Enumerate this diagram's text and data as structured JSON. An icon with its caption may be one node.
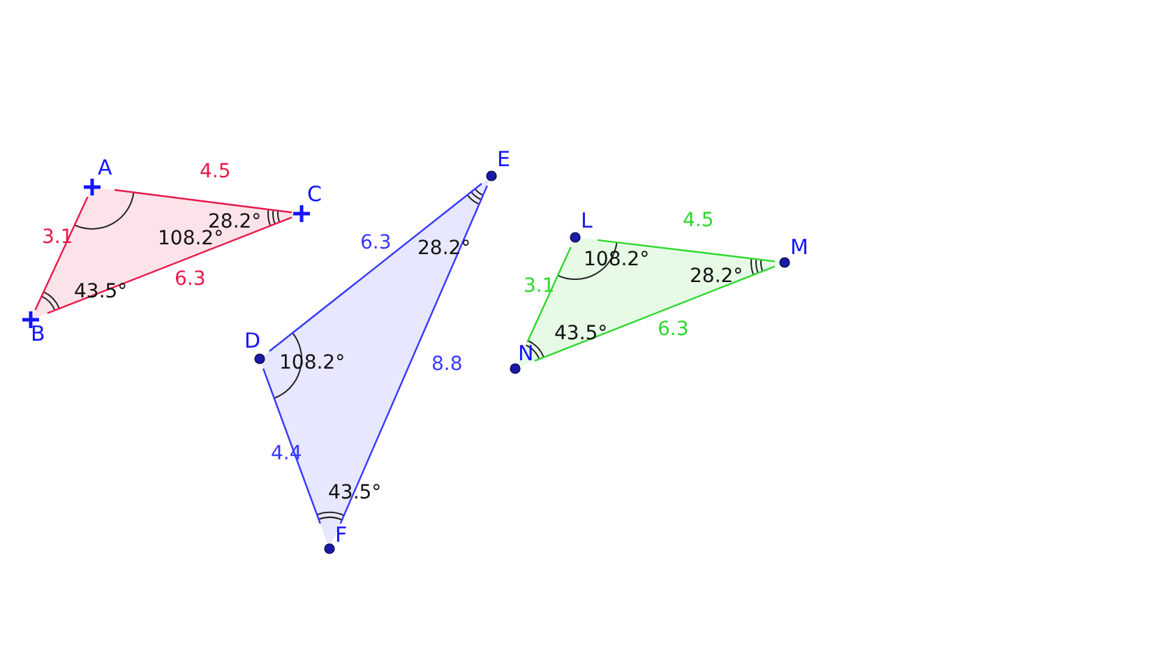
{
  "diagram": {
    "nodes": [
      {
        "text": [
          "A"
        ],
        "beside": [
          "108.2°"
        ]
      },
      {
        "text": [
          "B"
        ],
        "beside": [
          "43.5°"
        ]
      },
      {
        "text": [
          "C"
        ],
        "beside": [
          "28.2°"
        ]
      },
      {
        "text": [
          "D"
        ],
        "beside": [
          "108.2°"
        ]
      },
      {
        "text": [
          "E"
        ],
        "beside": [
          "28.2°"
        ]
      },
      {
        "text": [
          "F"
        ],
        "beside": [
          "43.5°"
        ]
      },
      {
        "text": [
          "L"
        ],
        "beside": [
          "108.2°"
        ]
      },
      {
        "text": [
          "M"
        ],
        "beside": [
          "28.2°"
        ]
      },
      {
        "text": [
          "N"
        ],
        "beside": [
          "43.5°"
        ]
      }
    ],
    "edges": [
      {
        "from": 0,
        "to": 1,
        "arrow": "none",
        "label": "3.1",
        "color": "#e8194b"
      },
      {
        "from": 0,
        "to": 2,
        "arrow": "none",
        "label": "4.5",
        "color": "#e8194b"
      },
      {
        "from": 1,
        "to": 2,
        "arrow": "none",
        "label": "6.3",
        "color": "#e8194b"
      },
      {
        "from": 3,
        "to": 4,
        "arrow": "none",
        "label": "6.3",
        "color": "#3838ff"
      },
      {
        "from": 4,
        "to": 5,
        "arrow": "none",
        "label": "8.8",
        "color": "#3838ff"
      },
      {
        "from": 3,
        "to": 5,
        "arrow": "none",
        "label": "4.4",
        "color": "#3838ff"
      },
      {
        "from": 6,
        "to": 8,
        "arrow": "none",
        "label": "3.1",
        "color": "#2ed82e"
      },
      {
        "from": 6,
        "to": 7,
        "arrow": "none",
        "label": "4.5",
        "color": "#2ed82e"
      },
      {
        "from": 8,
        "to": 7,
        "arrow": "none",
        "label": "6.3",
        "color": "#2ed82e"
      }
    ]
  }
}
